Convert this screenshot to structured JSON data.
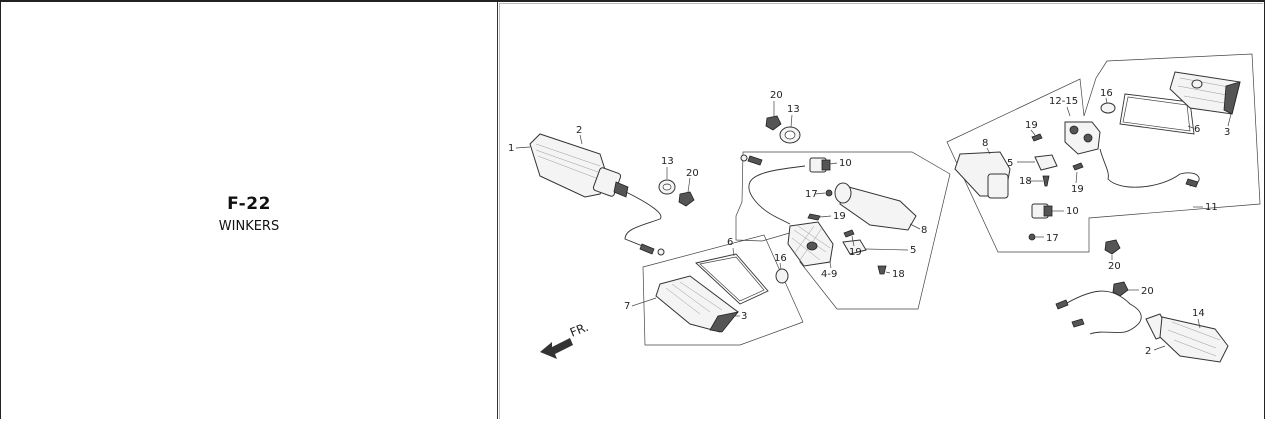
{
  "page": {
    "code": "F-22",
    "title": "WINKERS"
  },
  "diagram": {
    "direction_label": "FR.",
    "callouts": [
      "1",
      "2",
      "13",
      "20",
      "20",
      "13",
      "10",
      "17",
      "19",
      "8",
      "5",
      "19",
      "4-9",
      "18",
      "6",
      "16",
      "7",
      "3",
      "12-15",
      "16",
      "19",
      "5",
      "18",
      "19",
      "8",
      "10",
      "17",
      "6",
      "3",
      "11",
      "20",
      "20",
      "14",
      "2"
    ]
  }
}
